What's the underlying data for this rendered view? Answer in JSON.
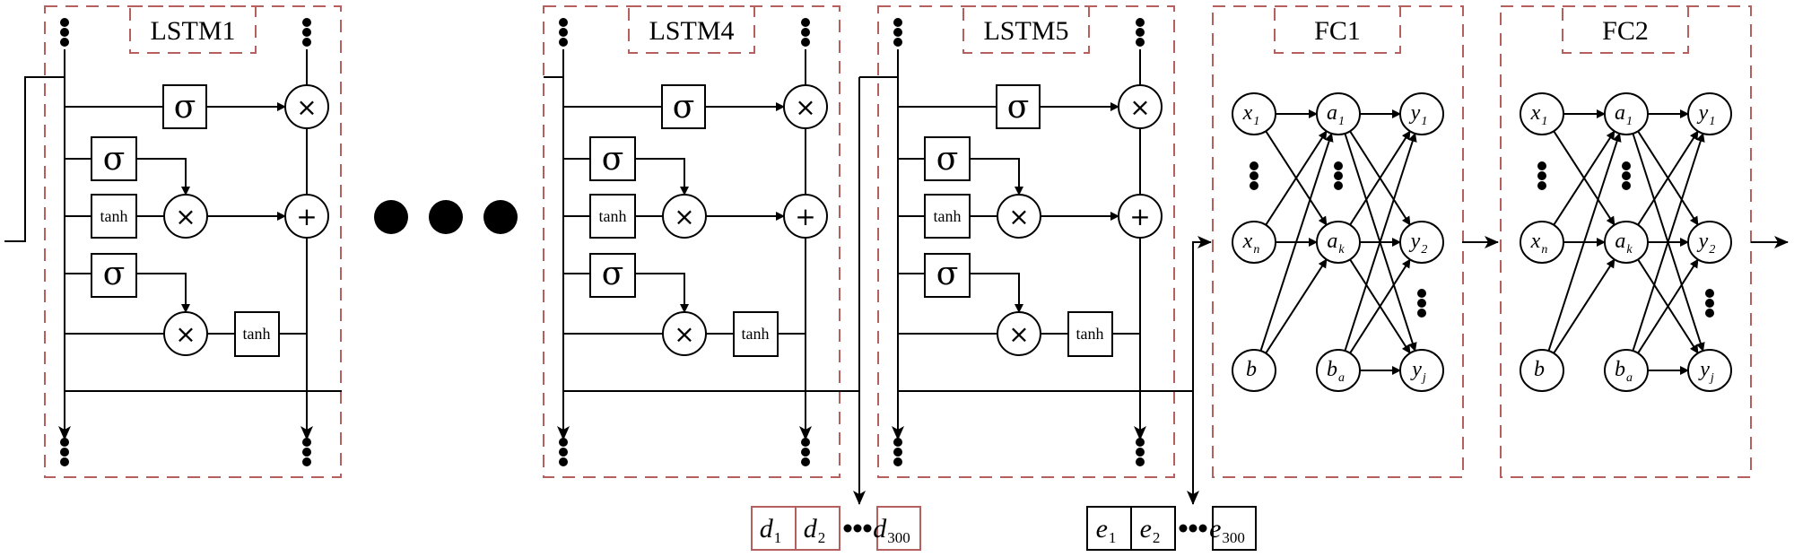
{
  "diagram": {
    "description": "Stacked LSTM layers followed by two fully connected layers",
    "colors": {
      "frame": "#b5605e",
      "line": "#000000"
    },
    "lstm_blocks": [
      {
        "id": "lstm1",
        "title": "LSTM1"
      },
      {
        "id": "lstm4",
        "title": "LSTM4"
      },
      {
        "id": "lstm5",
        "title": "LSTM5"
      }
    ],
    "lstm_cell": {
      "gates": {
        "sigma": "σ",
        "tanh": "tanh",
        "multiply": "×",
        "add": "+"
      }
    },
    "ellipsis_between_blocks": "●●●",
    "fc_blocks": [
      {
        "id": "fc1",
        "title": "FC1"
      },
      {
        "id": "fc2",
        "title": "FC2"
      }
    ],
    "fc_nodes": {
      "input": [
        {
          "base": "x",
          "sub": "1"
        },
        {
          "base": "x",
          "sub": "n"
        },
        {
          "base": "b",
          "sub": ""
        }
      ],
      "hidden": [
        {
          "base": "a",
          "sub": "1"
        },
        {
          "base": "a",
          "sub": "k"
        },
        {
          "base": "b",
          "sub": "a"
        }
      ],
      "output": [
        {
          "base": "y",
          "sub": "1"
        },
        {
          "base": "y",
          "sub": "2"
        },
        {
          "base": "y",
          "sub": "j"
        }
      ]
    },
    "fc_edges": [
      [
        "input.0",
        "hidden.0"
      ],
      [
        "input.0",
        "hidden.1"
      ],
      [
        "input.1",
        "hidden.0"
      ],
      [
        "input.1",
        "hidden.1"
      ],
      [
        "input.2",
        "hidden.0"
      ],
      [
        "input.2",
        "hidden.1"
      ],
      [
        "hidden.0",
        "output.0"
      ],
      [
        "hidden.0",
        "output.1"
      ],
      [
        "hidden.0",
        "output.2"
      ],
      [
        "hidden.1",
        "output.0"
      ],
      [
        "hidden.1",
        "output.1"
      ],
      [
        "hidden.1",
        "output.2"
      ],
      [
        "hidden.2",
        "output.0"
      ],
      [
        "hidden.2",
        "output.1"
      ],
      [
        "hidden.2",
        "output.2"
      ]
    ],
    "vectors": [
      {
        "id": "d",
        "color": "red",
        "cells": [
          {
            "base": "d",
            "sub": "1"
          },
          {
            "base": "d",
            "sub": "2"
          }
        ],
        "ellipsis": "•••",
        "last": {
          "base": "d",
          "sub": "300"
        }
      },
      {
        "id": "e",
        "color": "black",
        "cells": [
          {
            "base": "e",
            "sub": "1"
          },
          {
            "base": "e",
            "sub": "2"
          }
        ],
        "ellipsis": "•••",
        "last": {
          "base": "e",
          "sub": "300"
        }
      }
    ]
  }
}
